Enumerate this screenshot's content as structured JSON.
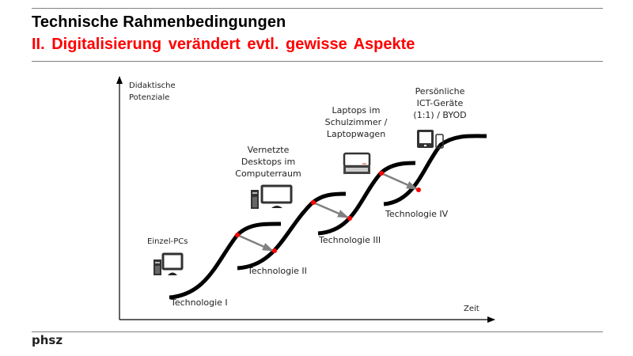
{
  "header": {
    "title": "Technische Rahmenbedingungen",
    "subtitle": "II. Digitalisierung verändert evtl. gewisse Aspekte"
  },
  "footer": {
    "logo_text": "phsz"
  },
  "diagram": {
    "y_axis_label": [
      "Didaktische",
      "Potenziale"
    ],
    "x_axis_label": "Zeit",
    "colors": {
      "curve": "#000000",
      "marker": "#ff0000",
      "arrow": "#808080",
      "title_accent": "#ff0000"
    },
    "stages": [
      {
        "name": "Technologie I",
        "device_label": [
          "Einzel-PCs"
        ],
        "icon": "desktop-pc-icon"
      },
      {
        "name": "Technologie II",
        "device_label": [
          "Vernetzte",
          "Desktops im",
          "Computerraum"
        ],
        "icon": "desktop-pc-icon"
      },
      {
        "name": "Technologie III",
        "device_label": [
          "Laptops im",
          "Schulzimmer /",
          "Laptopwagen"
        ],
        "icon": "laptop-icon"
      },
      {
        "name": "Technologie IV",
        "device_label": [
          "Persönliche",
          "ICT-Geräte",
          "(1:1) / BYOD"
        ],
        "icon": "tablet-phone-icon"
      }
    ]
  }
}
